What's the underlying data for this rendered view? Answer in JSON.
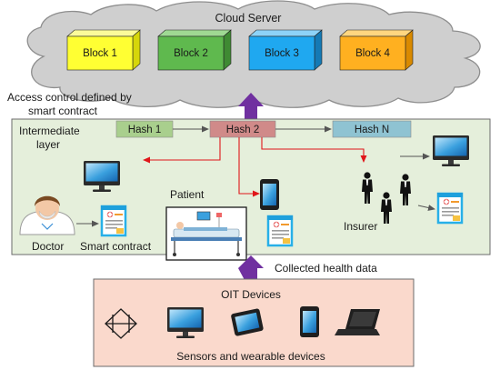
{
  "cloud": {
    "title": "Cloud Server"
  },
  "blocks": [
    {
      "label": "Block 1",
      "front": "#ffff33",
      "top": "#fbfb9a",
      "side": "#d6d60a"
    },
    {
      "label": "Block 2",
      "front": "#5fb94e",
      "top": "#9fd993",
      "side": "#3f8a33"
    },
    {
      "label": "Block 3",
      "front": "#1fa8f0",
      "top": "#8dd3f8",
      "side": "#147ab5"
    },
    {
      "label": "Block 4",
      "front": "#ffb020",
      "top": "#ffd680",
      "side": "#d98a00"
    }
  ],
  "access_control": {
    "line1": "Access control defined by",
    "line2": "smart contract"
  },
  "intermediate": {
    "line1": "Intermediate",
    "line2": "layer",
    "bg": "#e5efdb"
  },
  "hashes": [
    {
      "label": "Hash 1",
      "color": "#a9cf8d"
    },
    {
      "label": "Hash 2",
      "color": "#d08a89"
    },
    {
      "label": "Hash N",
      "color": "#8fc3d2"
    }
  ],
  "actors": {
    "doctor": "Doctor",
    "smart_contract": "Smart contract",
    "patient": "Patient",
    "insurer": "Insurer"
  },
  "collected": "Collected health data",
  "oit": {
    "title": "OIT Devices",
    "caption": "Sensors and wearable devices",
    "bg": "#fad9cc"
  },
  "colors": {
    "red_arrow": "#e0161a",
    "purple_arrow": "#7030a0",
    "doc_border": "#27b0e8"
  },
  "icons": [
    "sensor-icon",
    "monitor-icon",
    "tablet-icon",
    "phone-icon",
    "laptop-icon",
    "user-icon",
    "document-icon"
  ]
}
